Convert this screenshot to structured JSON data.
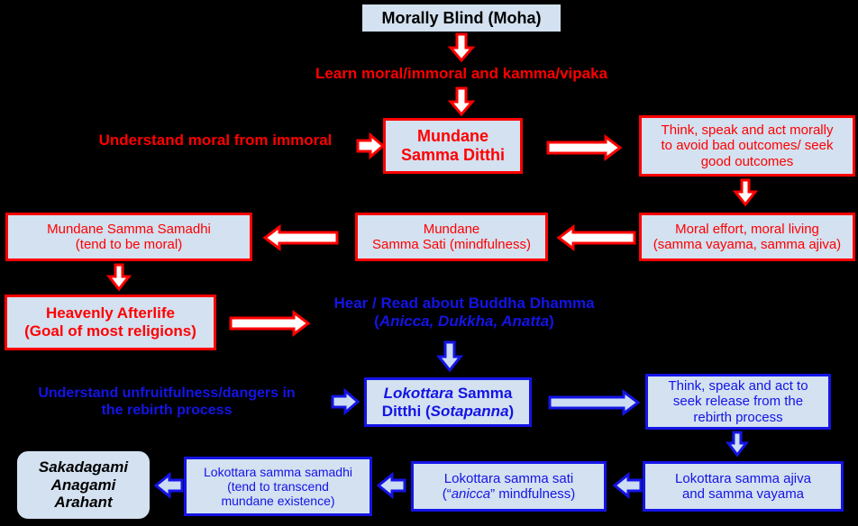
{
  "diagram": {
    "title": "Path from morally blind to Arahant",
    "colors": {
      "red": "#ff0000",
      "blue": "#1414e6",
      "black": "#000000",
      "box_fill": "#d3e1f0",
      "background": "#000000"
    },
    "nodes": {
      "morally_blind": "Morally Blind (Moha)",
      "mundane_samma_ditthi_l1": "Mundane",
      "mundane_samma_ditthi_l2": "Samma Ditthi",
      "think_speak_act_morally_l1": "Think, speak and act morally",
      "think_speak_act_morally_l2": "to avoid bad outcomes/ seek",
      "think_speak_act_morally_l3": "good outcomes",
      "moral_effort_l1": "Moral effort, moral living",
      "moral_effort_l2": "(samma vayama, samma ajiva)",
      "mundane_samma_sati_l1": "Mundane",
      "mundane_samma_sati_l2": "Samma Sati (mindfulness)",
      "mundane_samma_samadhi_l1": "Mundane Samma Samadhi",
      "mundane_samma_samadhi_l2": "(tend to be moral)",
      "heavenly_afterlife_l1": "Heavenly Afterlife",
      "heavenly_afterlife_l2": "(Goal of most religions)",
      "lokottara_samma_ditthi_a": "Lokottara",
      "lokottara_samma_ditthi_b": " Samma",
      "lokottara_samma_ditthi_c": "Ditthi (",
      "lokottara_samma_ditthi_d": "Sotapanna",
      "lokottara_samma_ditthi_e": ")",
      "think_speak_act_release_l1": "Think, speak and act to",
      "think_speak_act_release_l2": "seek release from the",
      "think_speak_act_release_l3": "rebirth process",
      "lok_ajiva_l1": "Lokottara samma ajiva",
      "lok_ajiva_l2": "and samma vayama",
      "lok_sati_l1": "Lokottara samma sati",
      "lok_sati_l2a": "(“",
      "lok_sati_l2b": "anicca",
      "lok_sati_l2c": "” mindfulness)",
      "lok_samadhi_l1": "Lokottara samma samadhi",
      "lok_samadhi_l2": "(tend to transcend",
      "lok_samadhi_l3": "mundane existence)",
      "final_l1": "Sakadagami",
      "final_l2": "Anagami",
      "final_l3": "Arahant"
    },
    "labels": {
      "learn_moral": "Learn moral/immoral and kamma/vipaka",
      "understand_moral": "Understand moral from immoral",
      "hear_read_l1": "Hear / Read about Buddha Dhamma",
      "hear_read_l2a": "(",
      "hear_read_l2b": "Anicca, Dukkha, Anatta",
      "hear_read_l2c": ")",
      "understand_unfruitfulness_l1": "Understand unfruitfulness/dangers in",
      "understand_unfruitfulness_l2": "the rebirth process"
    },
    "arrows": [
      {
        "name": "arrow-down-moha-to-learn",
        "direction": "down",
        "color": "#ff0000"
      },
      {
        "name": "arrow-down-learn-to-mundane-ditthi",
        "direction": "down",
        "color": "#ff0000"
      },
      {
        "name": "arrow-right-understand-to-mundane-ditthi",
        "direction": "right",
        "color": "#ff0000"
      },
      {
        "name": "arrow-right-mundane-ditthi-to-think-act",
        "direction": "right",
        "color": "#ff0000"
      },
      {
        "name": "arrow-down-think-act-to-moral-effort",
        "direction": "down",
        "color": "#ff0000"
      },
      {
        "name": "arrow-left-moral-effort-to-sati",
        "direction": "left",
        "color": "#ff0000"
      },
      {
        "name": "arrow-left-sati-to-samadhi",
        "direction": "left",
        "color": "#ff0000"
      },
      {
        "name": "arrow-down-samadhi-to-heavenly",
        "direction": "down",
        "color": "#ff0000"
      },
      {
        "name": "arrow-right-heavenly-to-hear-read",
        "direction": "right",
        "color": "#ff0000"
      },
      {
        "name": "arrow-down-hear-read-to-lokottara-ditthi",
        "direction": "down",
        "color": "#1414e6"
      },
      {
        "name": "arrow-right-understand-unfruitfulness-to-lokottara-ditthi",
        "direction": "right",
        "color": "#1414e6"
      },
      {
        "name": "arrow-right-lokottara-ditthi-to-think-release",
        "direction": "right",
        "color": "#1414e6"
      },
      {
        "name": "arrow-down-think-release-to-ajiva",
        "direction": "down",
        "color": "#1414e6"
      },
      {
        "name": "arrow-left-ajiva-to-sati",
        "direction": "left",
        "color": "#1414e6"
      },
      {
        "name": "arrow-left-sati-to-samadhi-lok",
        "direction": "left",
        "color": "#1414e6"
      },
      {
        "name": "arrow-left-samadhi-to-final",
        "direction": "left",
        "color": "#1414e6"
      }
    ]
  }
}
